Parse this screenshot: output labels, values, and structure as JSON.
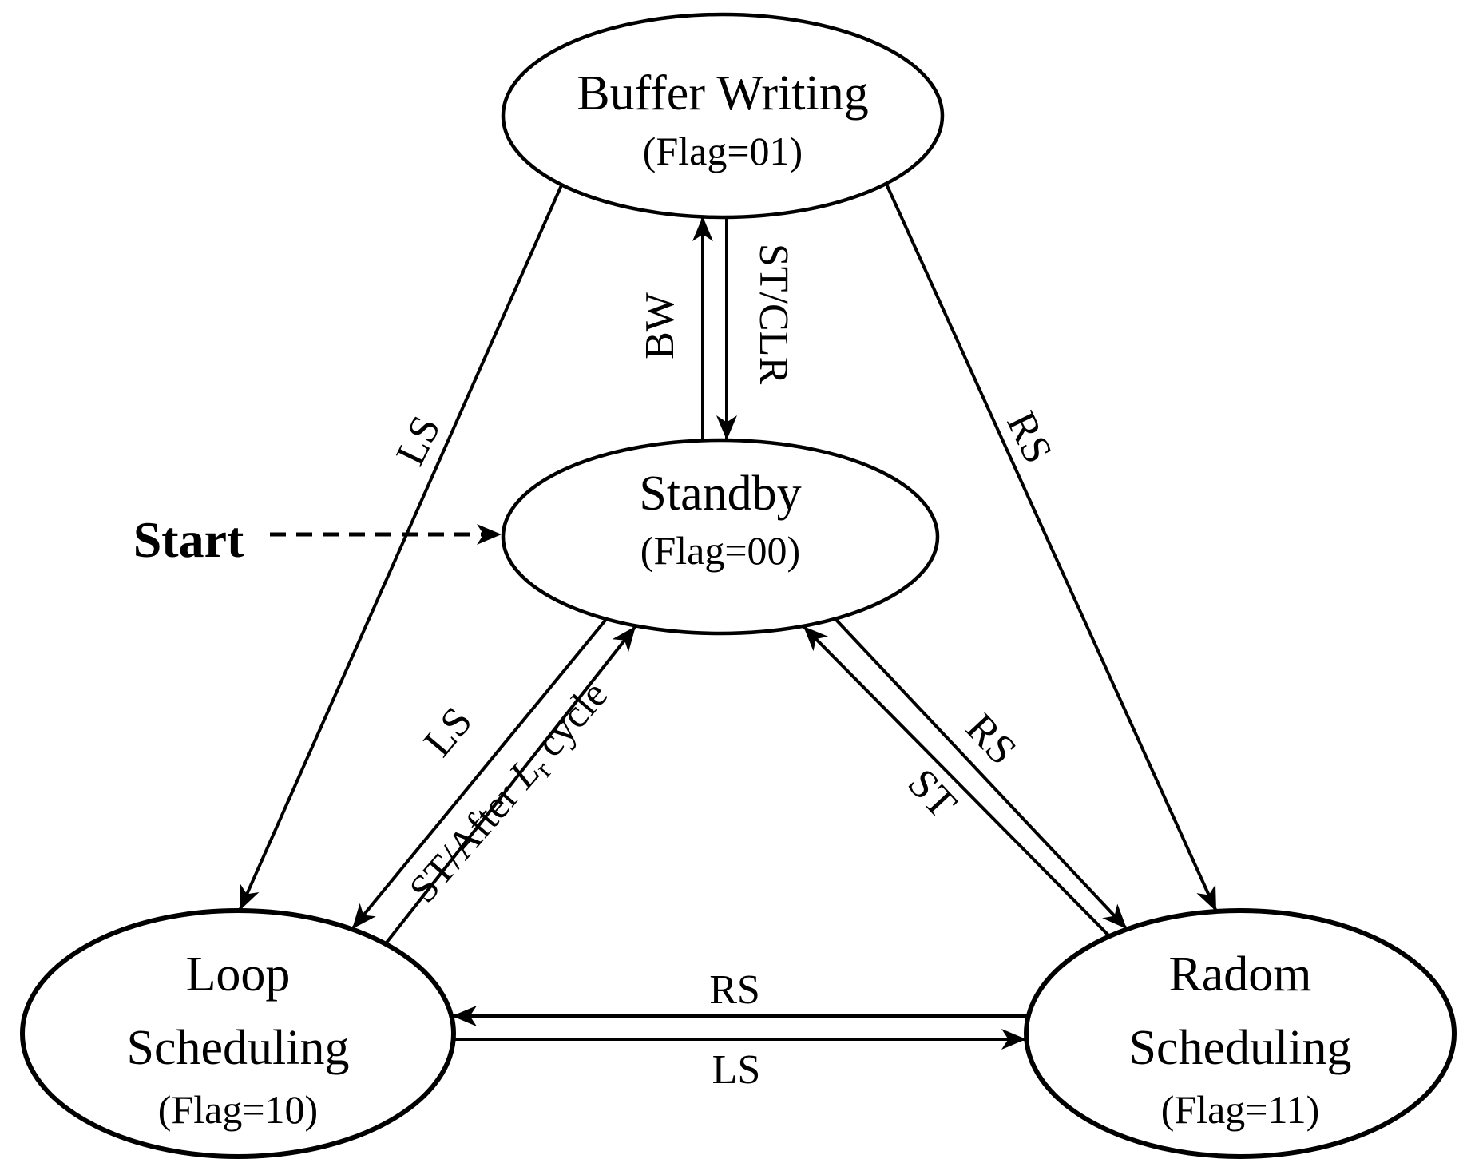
{
  "colors": {
    "ink": "#000000",
    "background": "#ffffff"
  },
  "start": {
    "label": "Start"
  },
  "states": {
    "buffer_writing": {
      "name": "Buffer Writing",
      "flag": "(Flag=01)"
    },
    "standby": {
      "name": "Standby",
      "flag": "(Flag=00)"
    },
    "loop_scheduling": {
      "name_line1": "Loop",
      "name_line2": "Scheduling",
      "flag": "(Flag=10)"
    },
    "radom_scheduling": {
      "name_line1": "Radom",
      "name_line2": "Scheduling",
      "flag": "(Flag=11)"
    }
  },
  "transitions": {
    "standby_to_buffer": {
      "label": "BW"
    },
    "buffer_to_standby": {
      "label": "ST/CLR"
    },
    "buffer_to_loop": {
      "label": "LS"
    },
    "buffer_to_radom": {
      "label": "RS"
    },
    "standby_to_loop": {
      "label": "LS"
    },
    "loop_to_standby": {
      "prefix": "ST/After ",
      "variable": "L",
      "subscript": "r",
      "suffix": " cycle"
    },
    "standby_to_radom": {
      "label": "RS"
    },
    "radom_to_standby": {
      "label": "ST"
    },
    "radom_to_loop": {
      "label": "RS"
    },
    "loop_to_radom": {
      "label": "LS"
    }
  }
}
